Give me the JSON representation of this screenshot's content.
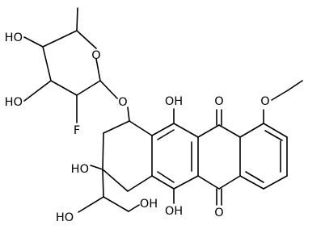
{
  "molecule": {
    "atom_labels": {
      "ring_oxygen": "O",
      "sugar_oh_upper": "HO",
      "sugar_oh_lower": "HO",
      "fluoro": "F",
      "glycosidic_oxygen": "O",
      "phenol_oh_top": "OH",
      "quinone_o_top": "O",
      "methoxy_oxygen": "O",
      "tertiary_oh": "HO",
      "quinone_o_bottom": "O",
      "phenol_oh_bottom": "OH",
      "diol_oh_secondary": "HO",
      "diol_oh_primary": "OH"
    }
  }
}
